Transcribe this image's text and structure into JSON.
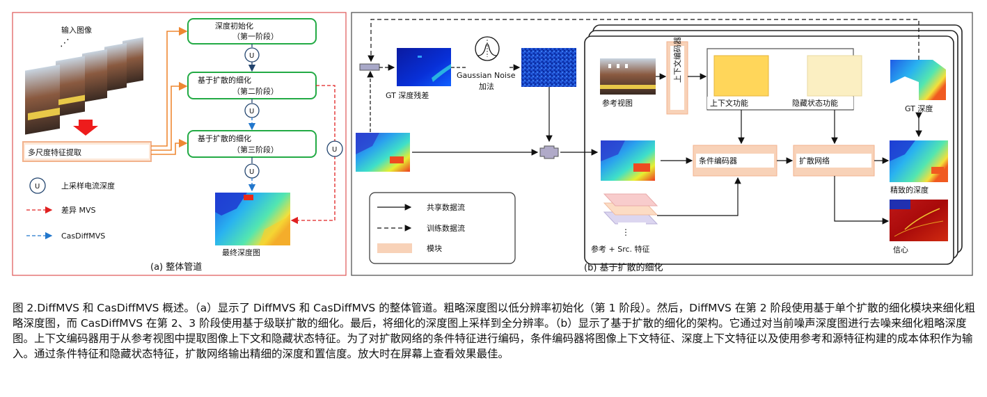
{
  "panel_a": {
    "input_label": "输入图像",
    "extract_label": "多尺度特征提取",
    "stage1_title": "深度初始化",
    "stage1_sub": "（第一阶段）",
    "stage2_title": "基于扩散的细化",
    "stage2_sub": "（第二阶段）",
    "stage3_title": "基于扩散的细化",
    "stage3_sub": "（第三阶段）",
    "u_symbol": "U",
    "legend_upsample": "上采样电流深度",
    "legend_diffmvs": "差异 MVS",
    "legend_cas": "CasDiffMVS",
    "final_label": "最终深度图",
    "caption": "(a)   整体管道",
    "colors": {
      "border": "#e06060",
      "stage": "#22aa44",
      "orange": "#ee8833",
      "red": "#e02020",
      "blue": "#2277cc"
    }
  },
  "panel_b": {
    "gt_residual": "GT 深度残差",
    "noise_title": "Gaussian Noise",
    "noise_sub": "加法",
    "ref_view": "参考视图",
    "context_encoder": "上下文编码器",
    "context_feature": "上下文功能",
    "hidden_feature": "隐藏状态功能",
    "cond_encoder": "条件编码器",
    "diffusion_net": "扩散网络",
    "gt_depth": "GT 深度",
    "refined_depth": "精致的深度",
    "confidence": "信心",
    "ref_src_feat": "参考 + Src. 特征",
    "legend_shared": "共享数据流",
    "legend_train": "训练数据流",
    "legend_module": "模块",
    "caption": "(b)   基于扩散的细化",
    "colors": {
      "module": "#f8d2b8",
      "yellow": "#ffd65a",
      "cream": "#fbefc2"
    }
  },
  "figure_caption": "图 2.DiffMVS 和 CasDiffMVS 概述。（a）显示了 DiffMVS 和 CasDiffMVS 的整体管道。粗略深度图以低分辨率初始化（第 1 阶段）。然后，DiffMVS 在第 2 阶段使用基于单个扩散的细化模块来细化粗略深度图，而 CasDiffMVS 在第 2、3 阶段使用基于级联扩散的细化。最后，将细化的深度图上采样到全分辨率。（b）显示了基于扩散的细化的架构。它通过对当前噪声深度图进行去噪来细化粗略深度图。上下文编码器用于从参考视图中提取图像上下文和隐藏状态特征。为了对扩散网络的条件特征进行编码，条件编码器将图像上下文特征、深度上下文特征以及使用参考和源特征构建的成本体积作为输入。通过条件特征和隐藏状态特征，扩散网络输出精细的深度和置信度。放大时在屏幕上查看效果最佳。"
}
